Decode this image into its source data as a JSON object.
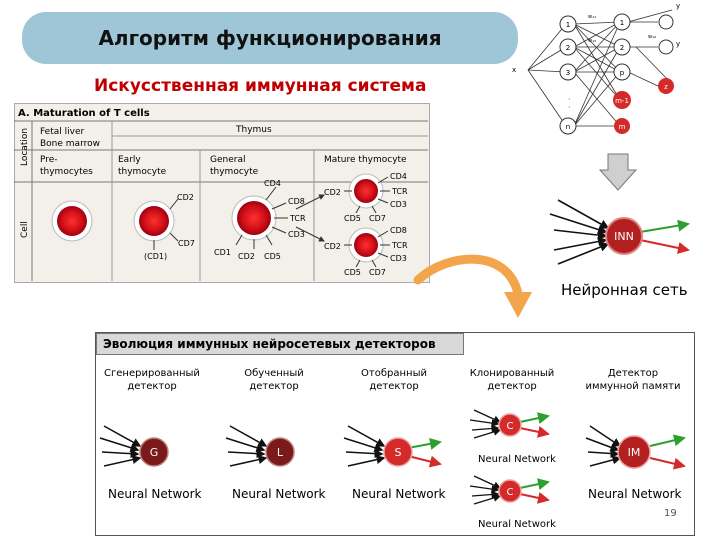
{
  "title": "Алгоритм функционирования",
  "subtitle": "Искусственная иммунная система",
  "tcell_panel": {
    "heading": "A. Maturation of T cells",
    "row_location": "Location",
    "row_cell": "Cell",
    "loc_fetal": "Fetal liver",
    "loc_bone": "Bone marrow",
    "loc_thymus": "Thymus",
    "stage_pre1": "Pre-",
    "stage_pre2": "thymocytes",
    "stage_early1": "Early",
    "stage_early2": "thymocyte",
    "stage_general1": "General",
    "stage_general2": "thymocyte",
    "stage_mature": "Mature thymocyte",
    "marker_cd2": "CD2",
    "marker_cd7": "CD7",
    "marker_cd1_paren": "(CD1)",
    "marker_cd4": "CD4",
    "marker_cd8": "CD8",
    "marker_tcr": "TCR",
    "marker_cd3": "CD3",
    "marker_cd1": "CD1",
    "marker_cd5": "CD5"
  },
  "network": {
    "input_nodes": [
      "1",
      "2",
      "3",
      "n"
    ],
    "output_nodes": [
      "1",
      "2",
      "p"
    ],
    "extra_nodes": [
      "z",
      "m-1",
      "m"
    ],
    "input_label": "x",
    "output_label": "y",
    "weight_label_1": "w₁₁",
    "weight_label_2": "w₁₂",
    "weight_label_3": "w₁₃"
  },
  "inn_node": "INN",
  "nn_caption": "Нейронная сеть",
  "evolution": {
    "title": "Эволюция иммунных нейросетевых детекторов",
    "columns": [
      {
        "head1": "Сгенерированный",
        "head2": "детектор",
        "node": "G",
        "label": "Neural Network"
      },
      {
        "head1": "Обученный",
        "head2": "детектор",
        "node": "L",
        "label": "Neural Network"
      },
      {
        "head1": "Отобранный",
        "head2": "детектор",
        "node": "S",
        "label": "Neural Network"
      },
      {
        "head1": "Клонированный",
        "head2": "детектор",
        "node": "C",
        "label": "Neural Network",
        "node2": "C",
        "label2": "Neural Network"
      },
      {
        "head1": "Детектор",
        "head2": "иммунной памяти",
        "node": "IM",
        "label": "Neural Network"
      }
    ]
  },
  "page_number": "19",
  "colors": {
    "title_bg": "#9ec6d6",
    "subtitle": "#c00000",
    "node_red": "#d42a2a",
    "node_dark": "#7a1a1a",
    "arrow_green": "#2e9e2e",
    "arrow_red": "#d42a2a"
  }
}
